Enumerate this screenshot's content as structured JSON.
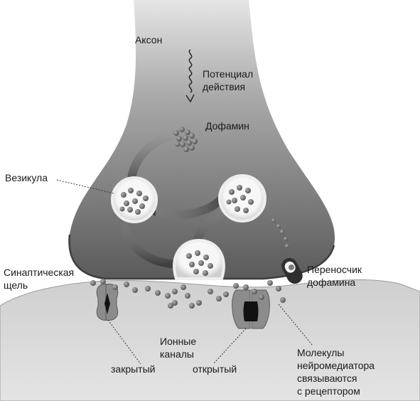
{
  "labels": {
    "axon": "Аксон",
    "action_potential": [
      "Потенциал",
      "действия"
    ],
    "dopamine": "Дофамин",
    "vesicle": "Везикула",
    "synaptic_cleft": [
      "Синаптическая",
      "щель"
    ],
    "transporter": [
      "Переносчик",
      "дофамина"
    ],
    "ion_channels": [
      "Ионные",
      "каналы"
    ],
    "closed": "закрытый",
    "open": "открытый",
    "receptor_binding": [
      "Молекулы",
      "нейромедиатора",
      "связываются",
      "с рецептором"
    ]
  },
  "colors": {
    "terminal_dark": "#5f5f5f",
    "terminal_light": "#d9d9d9",
    "postsynaptic": "#cdcdcd",
    "molecule": "#707070",
    "vesicle_fill": "#f4f4f4"
  }
}
